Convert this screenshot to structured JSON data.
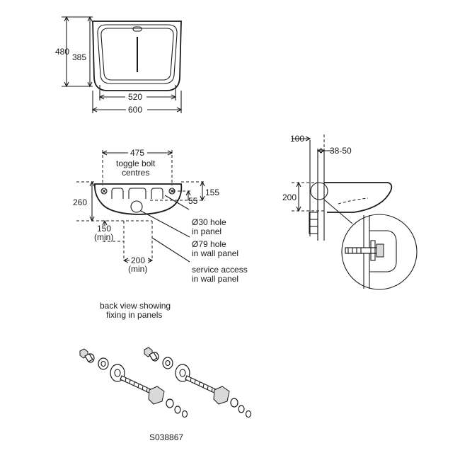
{
  "top_view": {
    "dim_480": "480",
    "dim_385": "385",
    "dim_520": "520",
    "dim_600": "600"
  },
  "back_view": {
    "dim_475": "475",
    "toggle_line1": "toggle bolt",
    "toggle_line2": "centres",
    "dim_260": "260",
    "dim_55": "55",
    "dim_155": "155",
    "dim_150": "150",
    "dim_150_min": "(min)",
    "dim_200": "200",
    "dim_200_min": "(min)",
    "hole30_line1": "Ø30 hole",
    "hole30_line2": "in panel",
    "hole79_line1": "Ø79 hole",
    "hole79_line2": "in wall panel",
    "service_line1": "service access",
    "service_line2": "in wall panel",
    "caption_line1": "back view showing",
    "caption_line2": "fixing in panels"
  },
  "side_view": {
    "dim_100": "100",
    "dim_38_50": "38-50",
    "dim_200": "200"
  },
  "footer": {
    "code": "S038867"
  }
}
